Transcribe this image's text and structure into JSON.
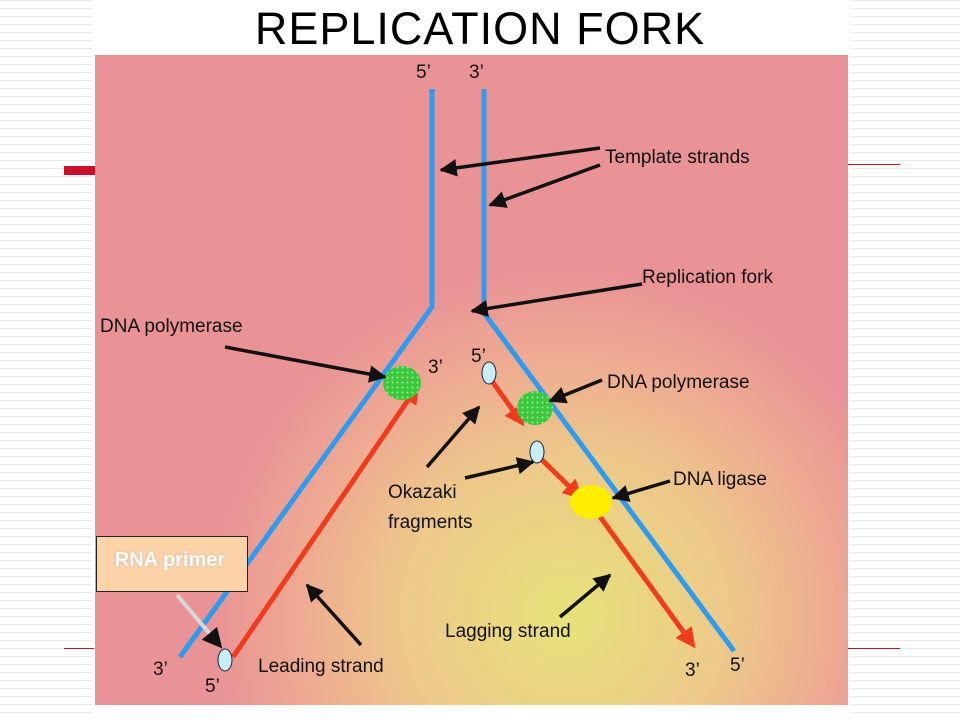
{
  "slide": {
    "title": "REPLICATION FORK"
  },
  "diagram": {
    "labels": {
      "template_strands": "Template strands",
      "replication_fork": "Replication fork",
      "dna_polymerase_left": "DNA polymerase",
      "dna_polymerase_right": "DNA polymerase",
      "dna_ligase": "DNA ligase",
      "okazaki_line1": "Okazaki",
      "okazaki_line2": "fragments",
      "lagging_strand": "Lagging strand",
      "leading_strand": "Leading strand"
    },
    "ends": {
      "top_left_5": "5’",
      "top_right_3": "3’",
      "pol_left_3": "3’",
      "lagging_5": "5’",
      "bottom_left_3": "3’",
      "bottom_left_5": "5’",
      "bottom_right_3": "3’",
      "bottom_right_5": "5’"
    },
    "callout": {
      "rna_primer": "RNA primer"
    }
  },
  "colors": {
    "template_strand": "#2d9bf0",
    "new_strand": "#f03c1e",
    "polymerase": "#3cc83c",
    "ligase": "#ffee00",
    "primer_marker": "#c7eef5",
    "accent_red": "#c8102e"
  }
}
